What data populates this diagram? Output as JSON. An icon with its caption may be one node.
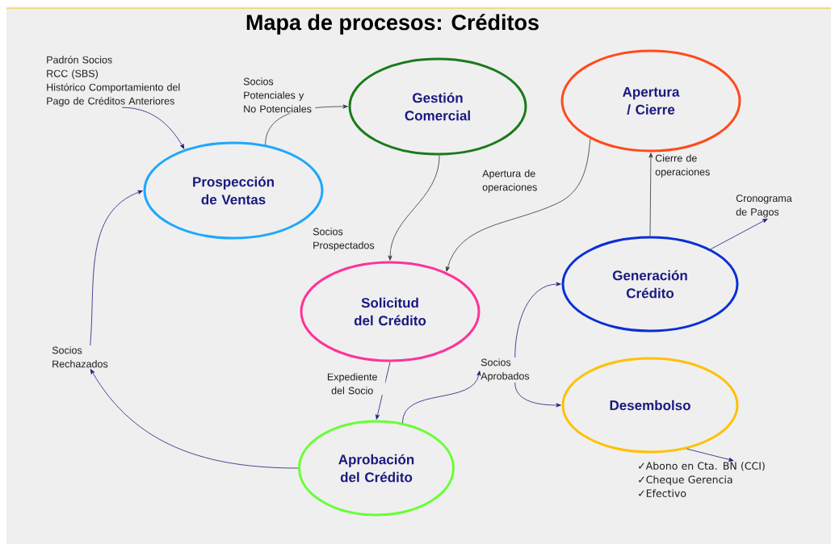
{
  "diagram": {
    "title": "Mapa de procesos: Créditos",
    "nodes": [
      {
        "text": [
          "Padrón Socios",
          "RCC (SBS)",
          "Histórico Comportamiento del Pago de Créditos Anteriores"
        ]
      },
      {
        "text": [
          "Prospección de Ventas"
        ]
      },
      {
        "text": [
          "Gestión Comercial"
        ]
      },
      {
        "text": [
          "Apertura / Cierre"
        ]
      },
      {
        "text": [
          "Solicitud del Crédito"
        ]
      },
      {
        "text": [
          "Generación Crédito"
        ]
      },
      {
        "text": [
          "Socios Rechazados"
        ]
      },
      {
        "text": [
          "Socios Aprobados"
        ]
      },
      {
        "text": [
          "Cronograma de Pagos"
        ]
      },
      {
        "text": [
          "Desembolso"
        ]
      },
      {
        "text": [
          "Aprobación del Crédito"
        ]
      },
      {
        "text": [
          "✓Abono en Cta. BN (CCI)",
          "✓Cheque Gerencia",
          "✓Efectivo"
        ]
      }
    ],
    "edges": [
      {
        "from": 0,
        "to": 1,
        "arrow": "to"
      },
      {
        "from": 1,
        "to": 2,
        "arrow": "to",
        "label": "Socios Potenciales y No Potenciales",
        "color": "#333333"
      },
      {
        "from": 2,
        "to": 4,
        "arrow": "to",
        "label": "Socios Prospectados",
        "color": "#333333"
      },
      {
        "from": 3,
        "to": 4,
        "arrow": "to",
        "label": "Apertura de operaciones",
        "color": "#333333"
      },
      {
        "from": 5,
        "to": 3,
        "arrow": "to",
        "label": "Cierre de operaciones",
        "color": "#333333"
      },
      {
        "from": 5,
        "to": 8,
        "arrow": "to"
      },
      {
        "from": 4,
        "to": 10,
        "arrow": "to",
        "label": "Expediente del Socio"
      },
      {
        "from": 10,
        "to": 6,
        "arrow": "to"
      },
      {
        "from": 6,
        "to": 1,
        "arrow": "to"
      },
      {
        "from": 10,
        "to": 7,
        "arrow": "to"
      },
      {
        "from": 7,
        "to": 5,
        "arrow": "to"
      },
      {
        "from": 7,
        "to": 9,
        "arrow": "to"
      },
      {
        "from": 9,
        "to": 11,
        "arrow": "to"
      }
    ]
  }
}
